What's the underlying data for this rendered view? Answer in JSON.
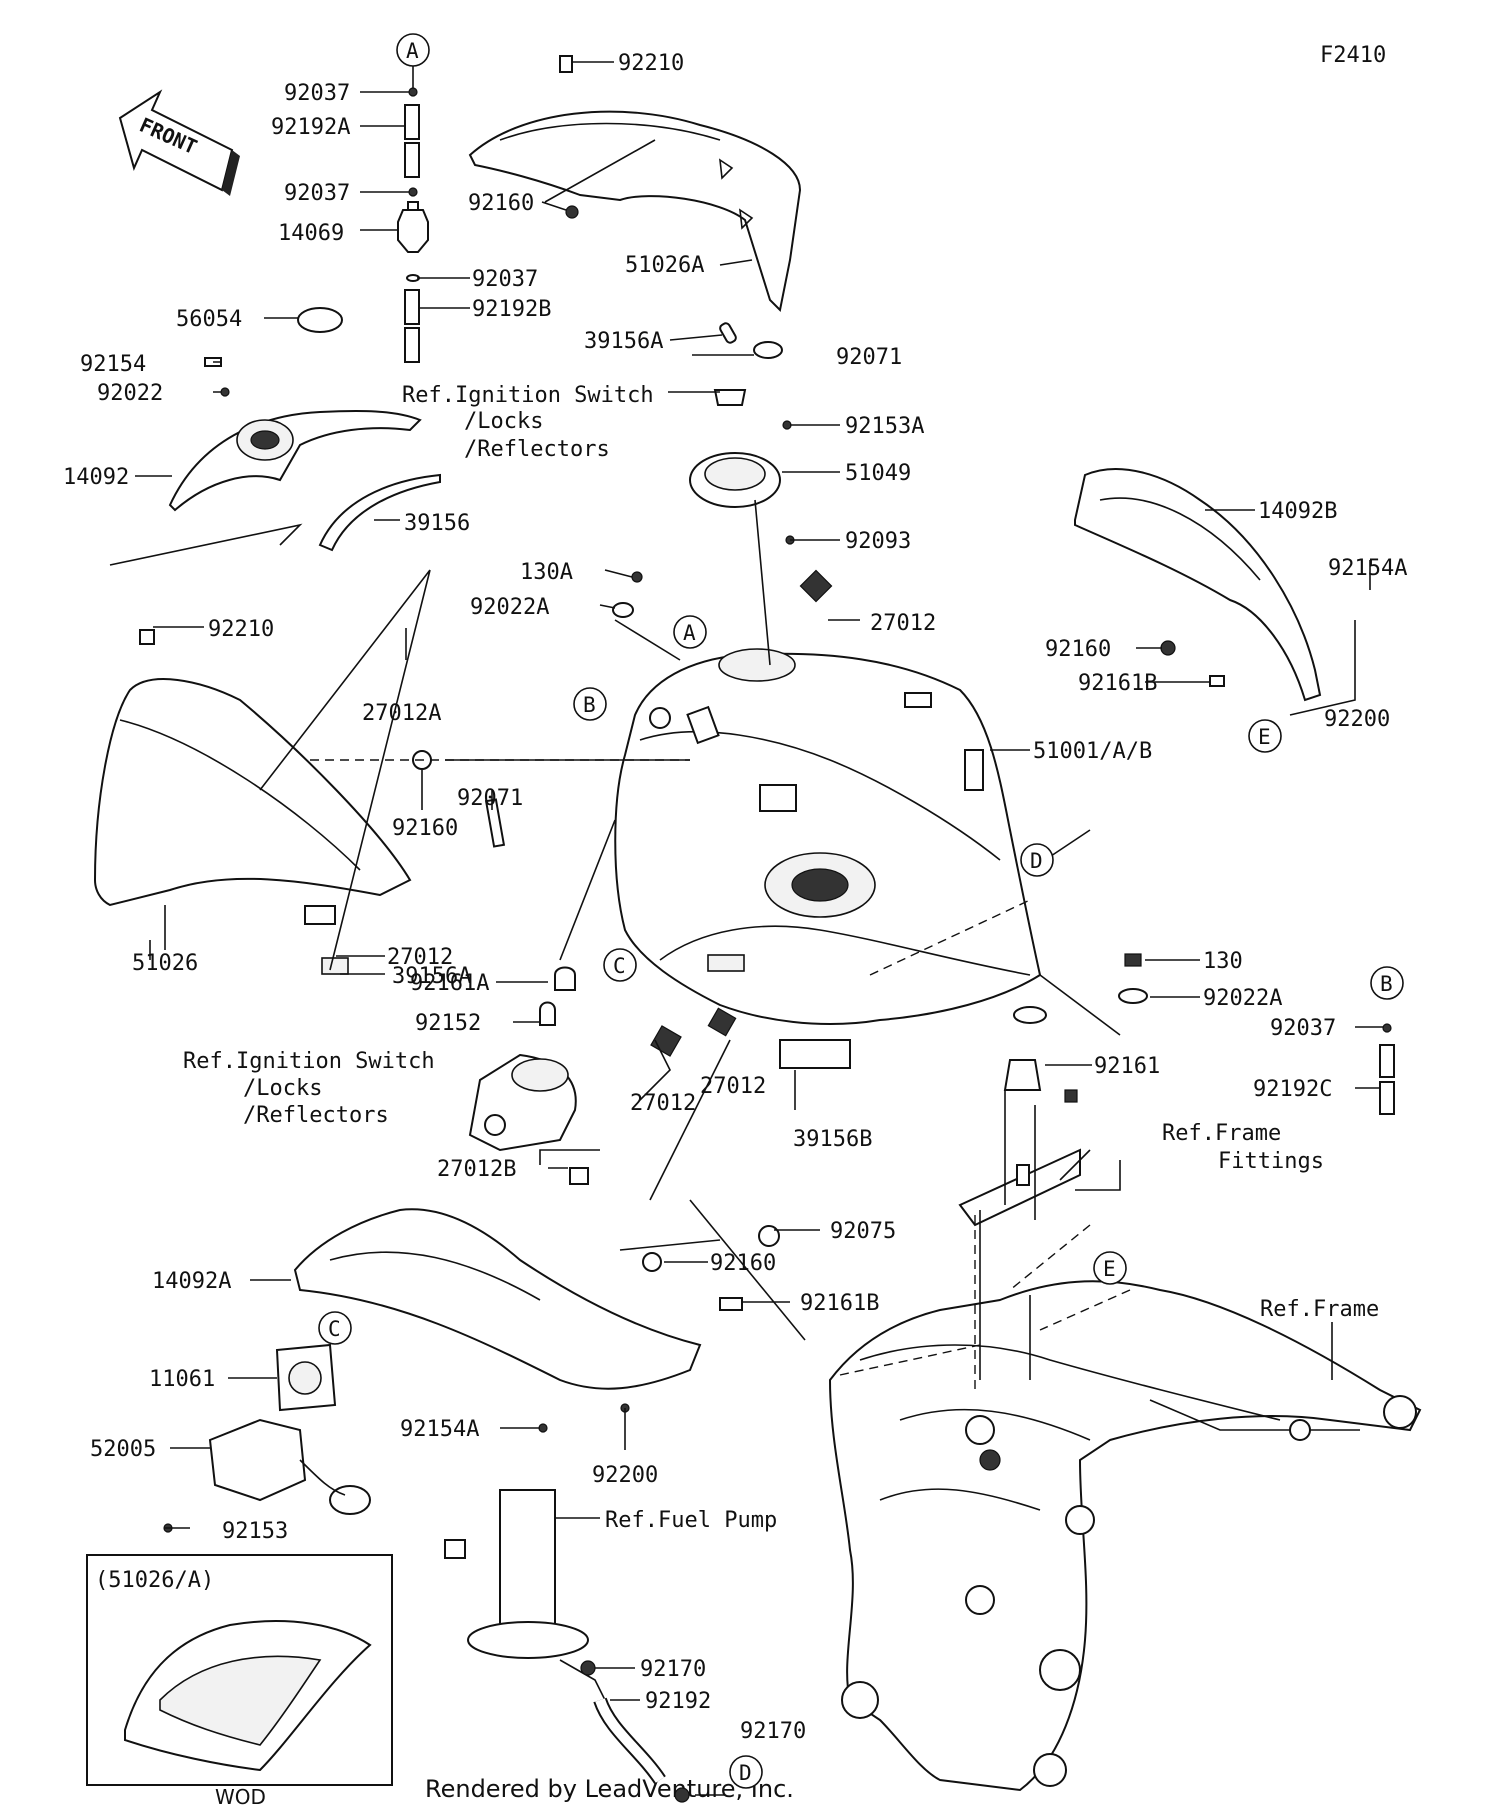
{
  "figure_code": "F2410",
  "footer": "Rendered by LeadVenture, Inc.",
  "front_arrow": "FRONT",
  "inset": {
    "label": "(51026/A)",
    "caption": "WOD"
  },
  "callout_letters": [
    "A",
    "B",
    "C",
    "D",
    "E"
  ],
  "part_labels": {
    "p92210_top": "92210",
    "p92037_1": "92037",
    "p92192A": "92192A",
    "p92037_2": "92037",
    "p14069": "14069",
    "p92037_3": "92037",
    "p92192B": "92192B",
    "p92160_cover": "92160",
    "p51026A": "51026A",
    "p39156A_top": "39156A",
    "p92071_top": "92071",
    "p56054": "56054",
    "p92154": "92154",
    "p92022": "92022",
    "p14092": "14092",
    "p39156": "39156",
    "p92153A": "92153A",
    "p51049": "51049",
    "p92093": "92093",
    "p130A": "130A",
    "p92022A_top": "92022A",
    "p27012_top": "27012",
    "p14092B": "14092B",
    "p92154A_right": "92154A",
    "p92160_right": "92160",
    "p92161B_right": "92161B",
    "p92200_right": "92200",
    "p92210_left": "92210",
    "p27012A": "27012A",
    "p51001": "51001/A/B",
    "p92160_mid": "92160",
    "p92071_mid": "92071",
    "p39156A_mid": "39156A",
    "p27012_left": "27012",
    "p51026": "51026",
    "p92161A": "92161A",
    "p92152": "92152",
    "p130": "130",
    "p92022A_right": "92022A",
    "p92037_right": "92037",
    "p92192C": "92192C",
    "p92161": "92161",
    "p27012_a": "27012",
    "p27012_b": "27012",
    "p39156B": "39156B",
    "p27012B": "27012B",
    "p14092A": "14092A",
    "p92075": "92075",
    "p92160_low": "92160",
    "p92161B_low": "92161B",
    "p11061": "11061",
    "p52005": "52005",
    "p92153": "92153",
    "p92154A_low": "92154A",
    "p92200_low": "92200",
    "p92170_1": "92170",
    "p92192": "92192",
    "p92170_2": "92170"
  },
  "references": {
    "ign_top_1": "Ref.Ignition Switch",
    "ign_top_2": "/Locks",
    "ign_top_3": "/Reflectors",
    "ign_mid_1": "Ref.Ignition Switch",
    "ign_mid_2": "/Locks",
    "ign_mid_3": "/Reflectors",
    "frame_fit_1": "Ref.Frame",
    "frame_fit_2": "Fittings",
    "frame": "Ref.Frame",
    "fuel_pump": "Ref.Fuel Pump"
  }
}
